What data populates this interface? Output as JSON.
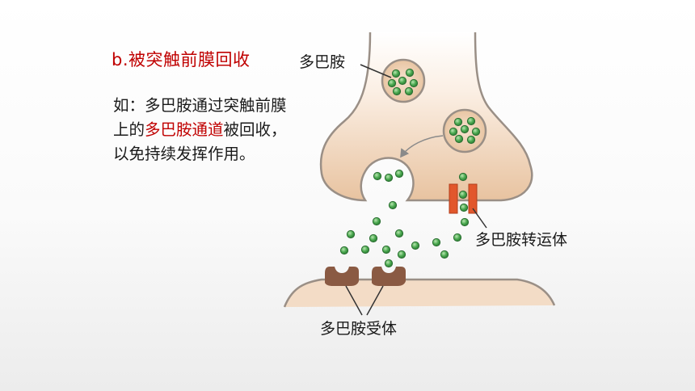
{
  "heading": "b.被突触前膜回收",
  "paragraph": {
    "before": "如：多巴胺通过突触前膜上的",
    "highlight": "多巴胺通道",
    "after": "被回收，以免持续发挥作用。"
  },
  "labels": {
    "dopamine": "多巴胺",
    "transporter": "多巴胺转运体",
    "receptor": "多巴胺受体"
  },
  "colors": {
    "heading": "#c00000",
    "highlight": "#c00000",
    "terminal_fill": "#e8c7a8",
    "membrane_stroke": "#9a8f86",
    "transporter": "#e2572c",
    "receptor": "#8a5a43",
    "dopamine_green": "#3f9a45"
  }
}
